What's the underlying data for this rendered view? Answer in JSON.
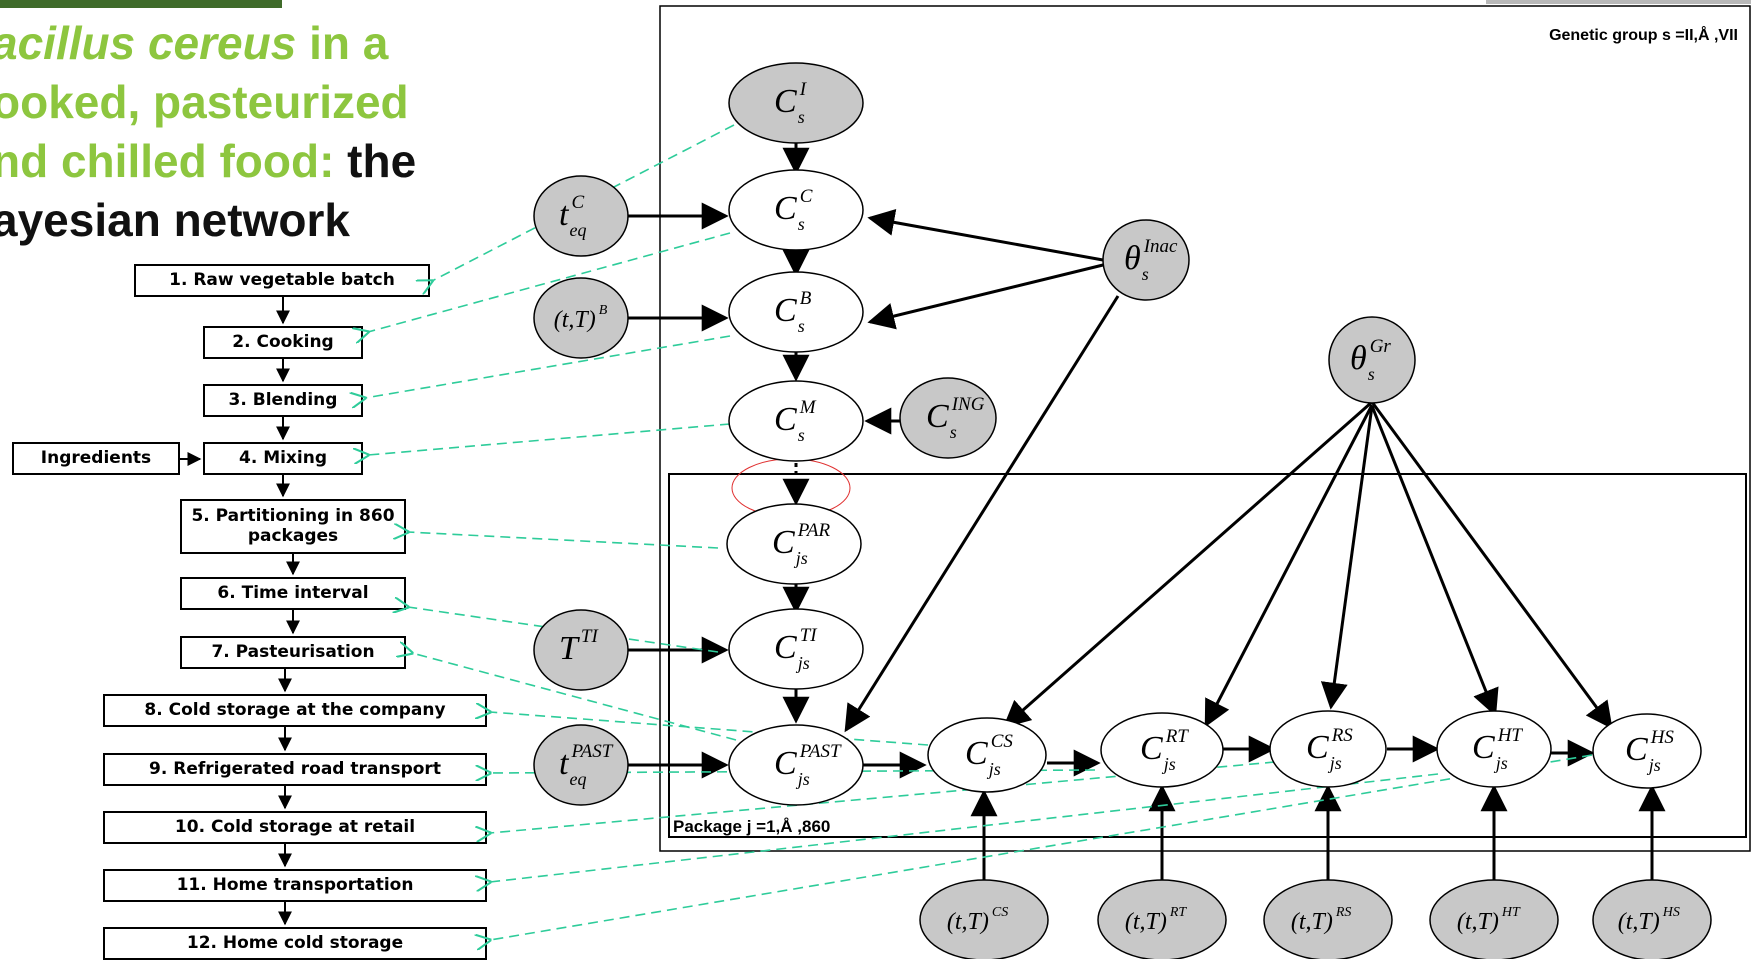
{
  "title": {
    "line1_species": "acillus cereus",
    "line1_rest": " in a",
    "line2": "ooked, pasteurized",
    "line3_green": "nd chilled food:",
    "line3_black": " the",
    "line4": "ayesian network"
  },
  "process_steps": [
    "1. Raw vegetable batch",
    "2. Cooking",
    "3. Blending",
    "4. Mixing",
    "5. Partitioning in 860 packages",
    "6. Time interval",
    "7. Pasteurisation",
    "8. Cold storage at the company",
    "9. Refrigerated road transport",
    "10. Cold storage at retail",
    "11. Home transportation",
    "12. Home cold storage"
  ],
  "ingredients_label": "Ingredients",
  "plate_outer_label": "Genetic group s =II,Å ,VII",
  "plate_inner_label": "Package j =1,Å ,860",
  "nodes": {
    "CI": {
      "base": "C",
      "sup": "I",
      "sub": "s"
    },
    "CC": {
      "base": "C",
      "sup": "C",
      "sub": "s"
    },
    "CB": {
      "base": "C",
      "sup": "B",
      "sub": "s"
    },
    "CM": {
      "base": "C",
      "sup": "M",
      "sub": "s"
    },
    "CING": {
      "base": "C",
      "sup": "ING",
      "sub": "s"
    },
    "CPAR": {
      "base": "C",
      "sup": "PAR",
      "sub": "js"
    },
    "CTI": {
      "base": "C",
      "sup": "TI",
      "sub": "js"
    },
    "CPAST": {
      "base": "C",
      "sup": "PAST",
      "sub": "js"
    },
    "CCS": {
      "base": "C",
      "sup": "CS",
      "sub": "js"
    },
    "CRT": {
      "base": "C",
      "sup": "RT",
      "sub": "js"
    },
    "CRS": {
      "base": "C",
      "sup": "RS",
      "sub": "js"
    },
    "CHT": {
      "base": "C",
      "sup": "HT",
      "sub": "js"
    },
    "CHS": {
      "base": "C",
      "sup": "HS",
      "sub": "js"
    },
    "teqC": {
      "base": "t",
      "sup": "C",
      "sub": "eq"
    },
    "tTB": {
      "base": "(t,T)",
      "sup": "B",
      "sub": ""
    },
    "TTI": {
      "base": "T",
      "sup": "TI",
      "sub": ""
    },
    "teqPAST": {
      "base": "t",
      "sup": "PAST",
      "sub": "eq"
    },
    "thetaInac": {
      "base": "θ",
      "sup": "Inac",
      "sub": "s"
    },
    "thetaGr": {
      "base": "θ",
      "sup": "Gr",
      "sub": "s"
    },
    "tTCS": {
      "base": "(t,T)",
      "sup": "CS",
      "sub": ""
    },
    "tTRT": {
      "base": "(t,T)",
      "sup": "RT",
      "sub": ""
    },
    "tTRS": {
      "base": "(t,T)",
      "sup": "RS",
      "sub": ""
    },
    "tTHT": {
      "base": "(t,T)",
      "sup": "HT",
      "sub": ""
    },
    "tTHS": {
      "base": "(t,T)",
      "sup": "HS",
      "sub": ""
    }
  },
  "colors": {
    "title_green": "#8dc63f",
    "dashed_link": "#2ecc9a",
    "node_gray": "#c8c8c8",
    "highlight_red": "#e03030"
  }
}
